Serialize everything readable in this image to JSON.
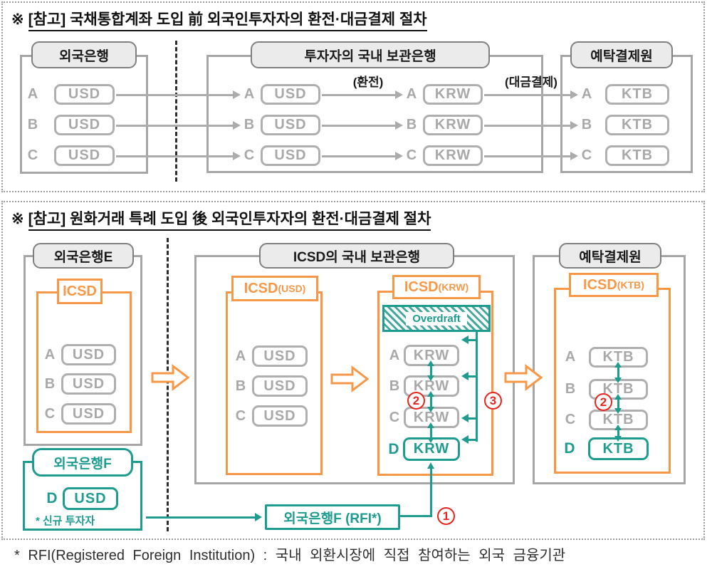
{
  "colors": {
    "orange": "#F79849",
    "teal": "#1E9C90",
    "red": "#E8251F",
    "gray": "#ACACAC",
    "header_fill": "#EBEBEB"
  },
  "p1": {
    "marker": "※",
    "title": "[참고] 국채통합계좌 도입 前 외국인투자자의 환전·대금결제 절차",
    "exchange_label": "(환전)",
    "settlement_label": "(대금결제)",
    "foreign_bank": {
      "title": "외국은행",
      "rows": [
        {
          "label": "A",
          "currency": "USD"
        },
        {
          "label": "B",
          "currency": "USD"
        },
        {
          "label": "C",
          "currency": "USD"
        }
      ]
    },
    "custodian": {
      "title": "투자자의 국내 보관은행",
      "usd_rows": [
        {
          "label": "A",
          "currency": "USD"
        },
        {
          "label": "B",
          "currency": "USD"
        },
        {
          "label": "C",
          "currency": "USD"
        }
      ],
      "krw_rows": [
        {
          "label": "A",
          "currency": "KRW"
        },
        {
          "label": "B",
          "currency": "KRW"
        },
        {
          "label": "C",
          "currency": "KRW"
        }
      ]
    },
    "ksd": {
      "title": "예탁결제원",
      "ktb_rows": [
        {
          "label": "A",
          "currency": "KTB"
        },
        {
          "label": "B",
          "currency": "KTB"
        },
        {
          "label": "C",
          "currency": "KTB"
        }
      ]
    }
  },
  "p2": {
    "marker": "※",
    "title": "[참고] 원화거래 특례 도입 後 외국인투자자의 환전·대금결제 절차",
    "bank_e": {
      "title": "외국은행E",
      "icsd_label": "ICSD",
      "rows": [
        {
          "label": "A",
          "currency": "USD"
        },
        {
          "label": "B",
          "currency": "USD"
        },
        {
          "label": "C",
          "currency": "USD"
        }
      ]
    },
    "custodian": {
      "title": "ICSD의 국내 보관은행",
      "icsd_usd": {
        "name": "ICSD",
        "sub": "(USD)",
        "rows": [
          {
            "label": "A",
            "currency": "USD"
          },
          {
            "label": "B",
            "currency": "USD"
          },
          {
            "label": "C",
            "currency": "USD"
          }
        ]
      },
      "icsd_krw": {
        "name": "ICSD",
        "sub": "(KRW)",
        "overdraft": "Overdraft",
        "rows": [
          {
            "label": "A",
            "currency": "KRW"
          },
          {
            "label": "B",
            "currency": "KRW"
          },
          {
            "label": "C",
            "currency": "KRW"
          },
          {
            "label": "D",
            "currency": "KRW"
          }
        ]
      }
    },
    "ksd": {
      "title": "예탁결제원",
      "icsd_ktb": {
        "name": "ICSD",
        "sub": "(KTB)",
        "rows": [
          {
            "label": "A",
            "currency": "KTB"
          },
          {
            "label": "B",
            "currency": "KTB"
          },
          {
            "label": "C",
            "currency": "KTB"
          },
          {
            "label": "D",
            "currency": "KTB"
          }
        ]
      }
    },
    "bank_f": {
      "title": "외국은행F",
      "row": {
        "label": "D",
        "currency": "USD"
      },
      "note": "* 신규 투자자"
    },
    "rfi_label": "외국은행F (RFI*)",
    "steps": {
      "s1": "1",
      "s2": "2",
      "s3": "3"
    }
  },
  "footnote": "* RFI(Registered Foreign Institution) : 국내 외환시장에 직접 참여하는 외국 금융기관"
}
